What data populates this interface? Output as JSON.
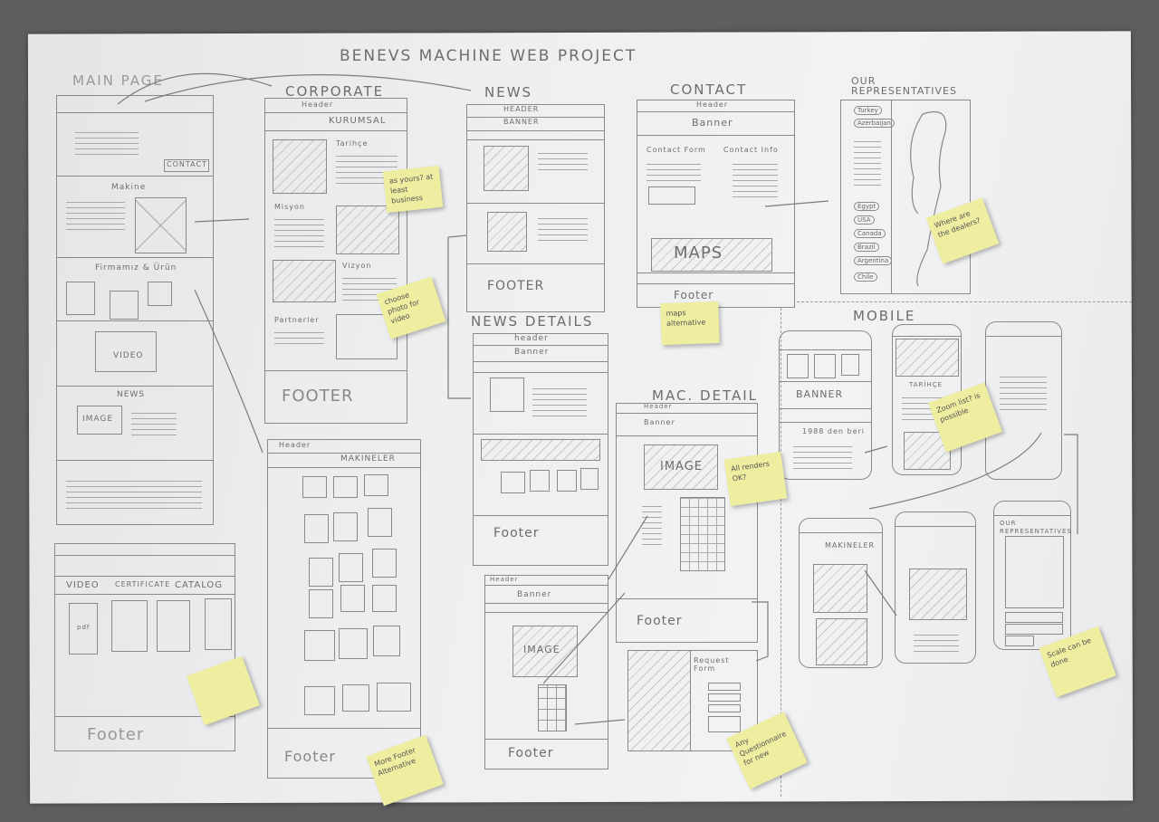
{
  "title": "BENEVS MACHINE WEB PROJECT",
  "main_page": {
    "label": "MAIN PAGE",
    "sections": [
      "CONTACT",
      "Makine",
      "Firmamız & Ürün",
      "VIDEO",
      "NEWS",
      "IMAGE"
    ]
  },
  "product_page": {
    "tabs": [
      "VIDEO",
      "CERTIFICATE",
      "CATALOG"
    ],
    "tab_note": "pdf",
    "footer": "Footer"
  },
  "corporate": {
    "label": "CORPORATE",
    "header": "Header",
    "banner": "KURUMSAL",
    "sections": [
      "Tarihçe",
      "Misyon",
      "Vizyon",
      "Partnerler"
    ],
    "footer": "FOOTER"
  },
  "makineler": {
    "header": "Header",
    "title": "MAKINELER",
    "footer": "Footer"
  },
  "news": {
    "label": "NEWS",
    "header": "HEADER",
    "banner": "BANNER",
    "footer": "FOOTER"
  },
  "news_details": {
    "label": "NEWS DETAILS",
    "header": "header",
    "banner": "Banner",
    "footer": "Footer"
  },
  "news_gallery": {
    "header": "Header",
    "banner": "Banner",
    "image": "IMAGE",
    "footer": "Footer"
  },
  "contact": {
    "label": "CONTACT",
    "header": "Header",
    "banner": "Banner",
    "form": "Contact Form",
    "info": "Contact Info",
    "maps": "MAPS",
    "footer": "Footer"
  },
  "representatives": {
    "label": "OUR REPRESENTATIVES",
    "countries": [
      "Turkey",
      "Azerbaijan",
      "Egypt",
      "USA",
      "Canada",
      "Brazil",
      "Argentina",
      "Chile"
    ]
  },
  "mac_detail": {
    "label": "MAC. DETAIL",
    "header": "Header",
    "banner": "Banner",
    "image": "IMAGE",
    "footer": "Footer",
    "request_form": "Request Form"
  },
  "mobile": {
    "label": "MOBILE",
    "banner": "BANNER",
    "year_text": "1988 den beri",
    "tarihce": "TARİHÇE",
    "makineler": "MAKINELER",
    "our_reps": "OUR REPRESENTATIVES"
  },
  "sticky_notes": [
    "as yours? at least business",
    "choose photo for video",
    "maps alternative",
    "Where are the dealers?",
    "Zoom list? is possible",
    "All renders OK?",
    "More Footer Alternative",
    "Any Questionnaire for new",
    "Scale can be done"
  ]
}
